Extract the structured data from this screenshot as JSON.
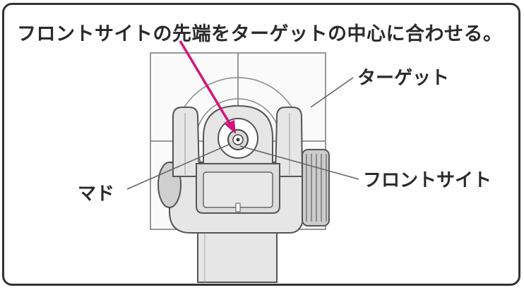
{
  "caption": "フロントサイトの先端をターゲットの中心に合わせる。",
  "labels": {
    "target": "ターゲット",
    "window": "マド",
    "front_sight": "フロントサイト"
  },
  "colors": {
    "pointer_arrow": "#d4147a",
    "line_art": "#555555",
    "body_fill": "#e6e6e6",
    "frame_border": "#333333"
  }
}
